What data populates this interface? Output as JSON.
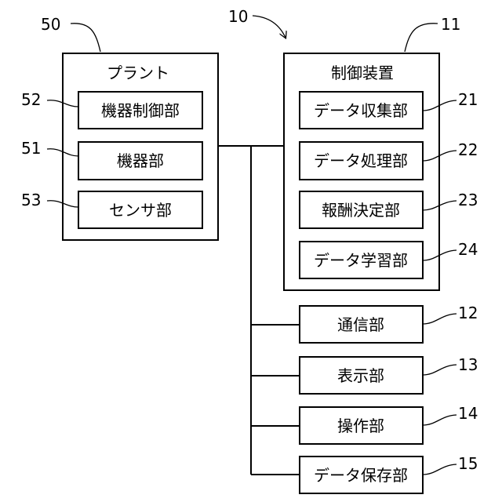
{
  "system_ref": "10",
  "plant": {
    "ref": "50",
    "title": "プラント",
    "units": [
      {
        "ref": "52",
        "label": "機器制御部"
      },
      {
        "ref": "51",
        "label": "機器部"
      },
      {
        "ref": "53",
        "label": "センサ部"
      }
    ]
  },
  "controller": {
    "ref": "11",
    "title": "制御装置",
    "units": [
      {
        "ref": "21",
        "label": "データ収集部"
      },
      {
        "ref": "22",
        "label": "データ処理部"
      },
      {
        "ref": "23",
        "label": "報酬決定部"
      },
      {
        "ref": "24",
        "label": "データ学習部"
      }
    ]
  },
  "bus_units": [
    {
      "ref": "12",
      "label": "通信部"
    },
    {
      "ref": "13",
      "label": "表示部"
    },
    {
      "ref": "14",
      "label": "操作部"
    },
    {
      "ref": "15",
      "label": "データ保存部"
    }
  ]
}
